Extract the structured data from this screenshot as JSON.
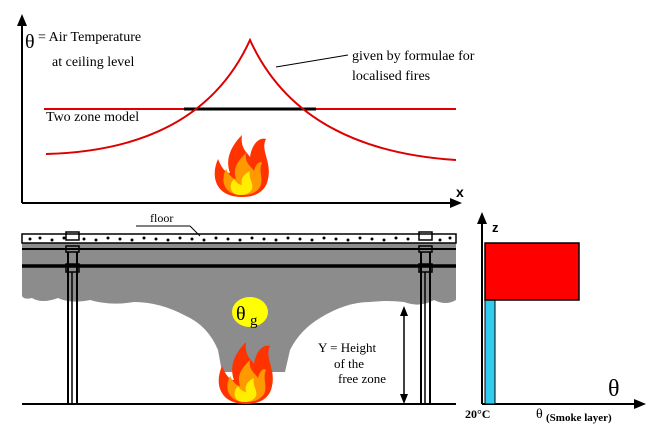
{
  "top_panel": {
    "theta_symbol": "θ",
    "title_line1": "= Air Temperature",
    "title_line2": "at ceiling level",
    "formula_line1": "given by formulae for",
    "formula_line2": "localised fires",
    "two_zone_label": "Two zone model",
    "x_axis_label": "x"
  },
  "bottom_panel": {
    "floor_label": "floor",
    "theta_g_main": "θ",
    "theta_g_sub": "g",
    "height_line1": "Y = Height",
    "height_line2": "of the",
    "height_line3": "free zone"
  },
  "right_panel": {
    "z_axis_label": "z",
    "theta_axis_label": "θ",
    "ambient_temp": "20°C",
    "smoke_theta": "θ",
    "smoke_label": "(Smoke layer)"
  },
  "colors": {
    "curve_red": "#dd0000",
    "smoke_gray": "#8c8c8c",
    "smoke_block": "#ff0000",
    "free_zone_cyan": "#33ccee",
    "theta_g_fill": "#ffff00",
    "flame_outer": "#ff3300",
    "flame_mid": "#ff9900",
    "flame_inner": "#ffee00"
  }
}
